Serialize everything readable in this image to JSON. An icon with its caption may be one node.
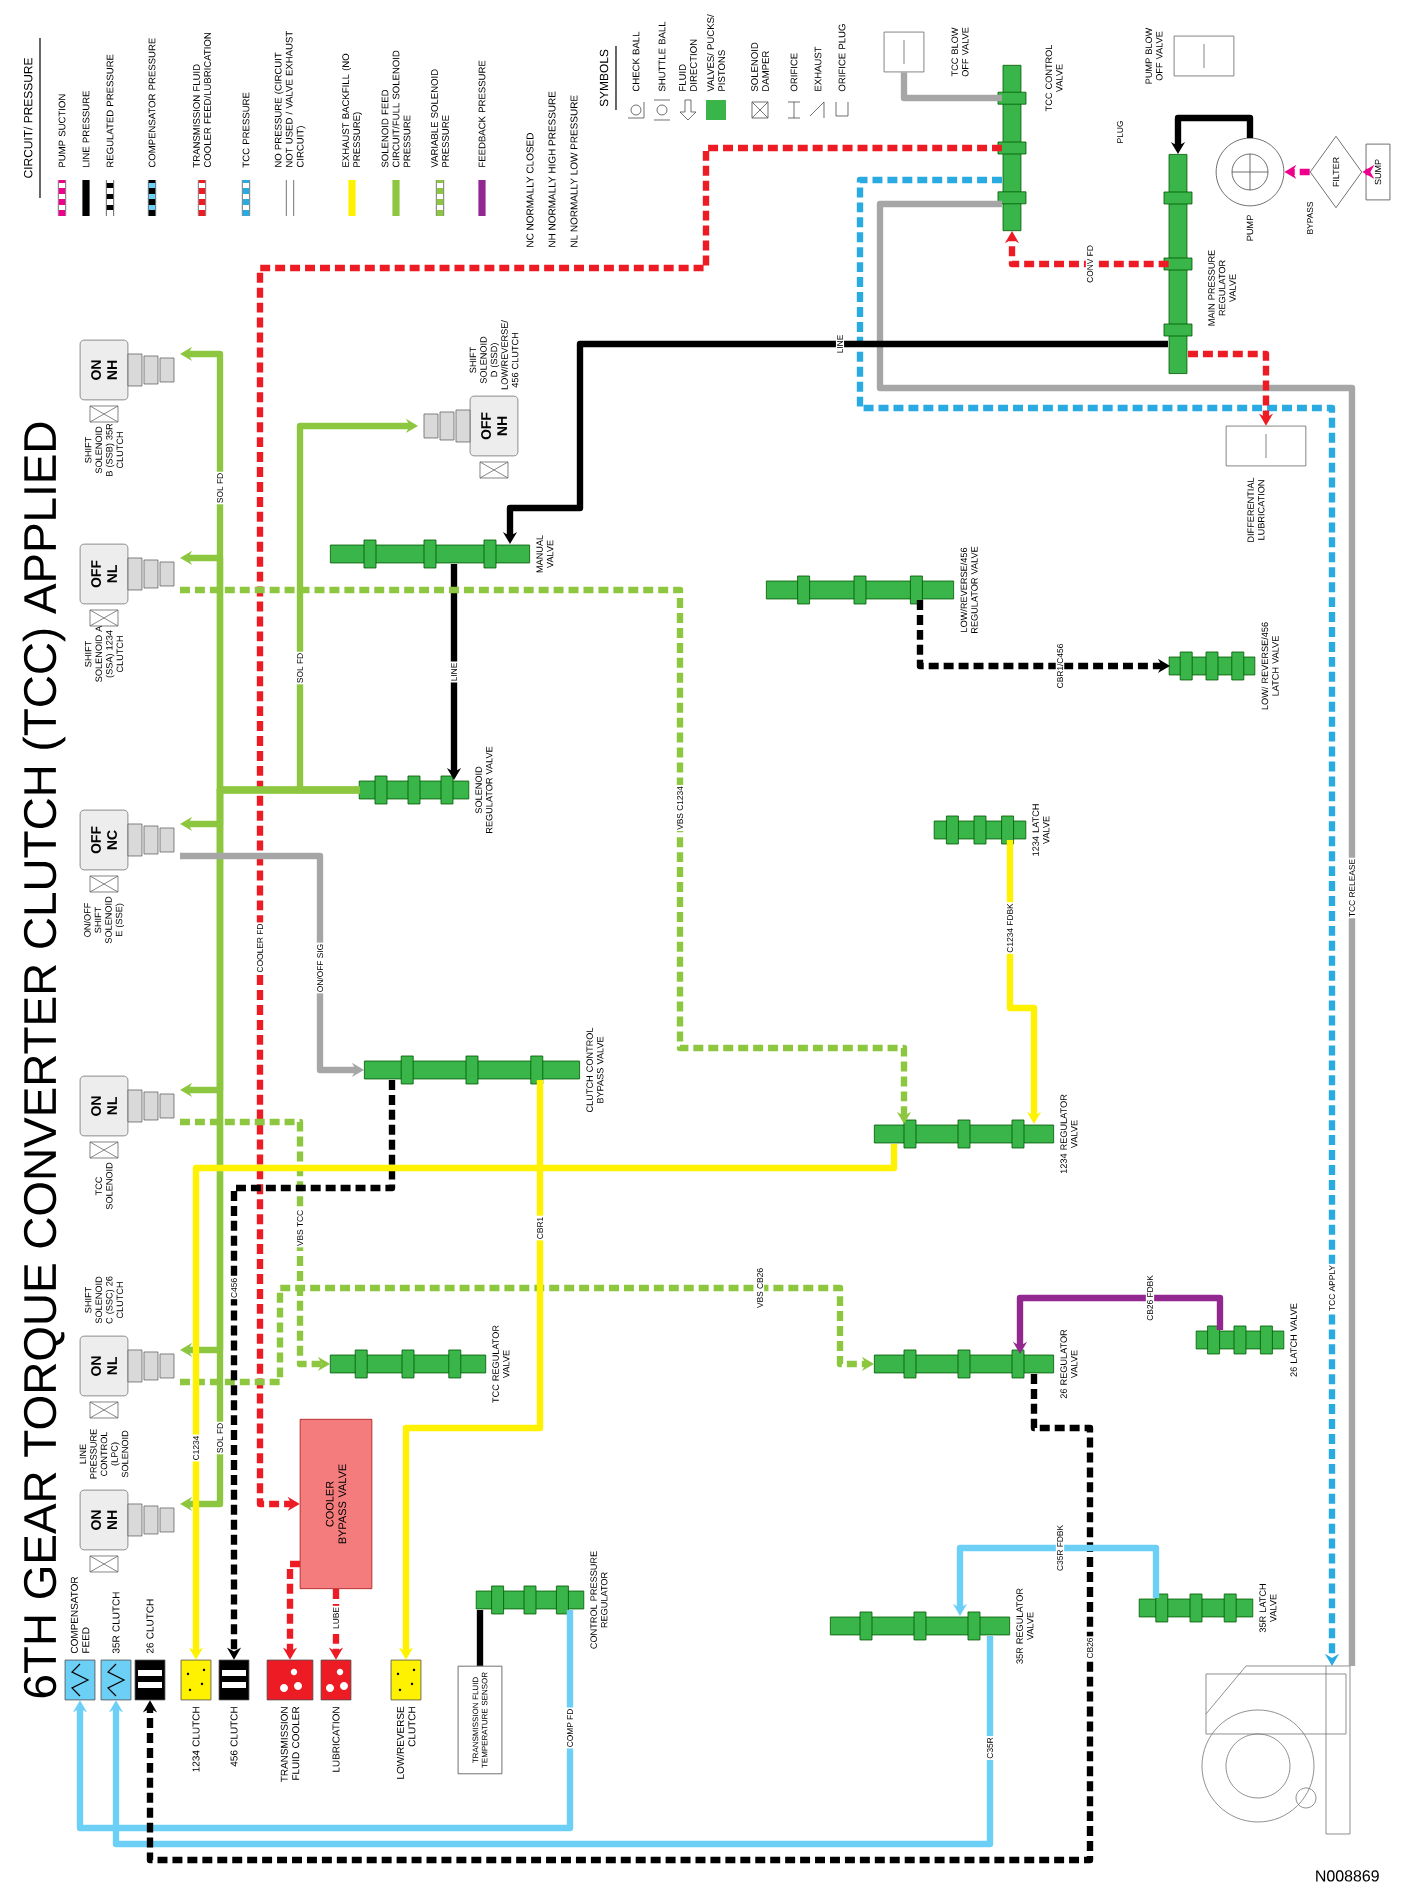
{
  "diagram": {
    "title": "6TH GEAR TORQUE CONVERTER CLUTCH (TCC) APPLIED",
    "nodes": [
      {
        "text": [
          "ON NH"
        ],
        "beside": [
          "SHIFT SOLENOID B (SSB) 35R CLUTCH"
        ]
      },
      {
        "text": [
          "OFF NL"
        ],
        "beside": [
          "SHIFT SOLENOID A (SSA) 1234 CLUTCH"
        ]
      },
      {
        "text": [
          "OFF NC"
        ],
        "beside": [
          "ON/OFF SHIFT SOLENOID E (SSE)"
        ]
      },
      {
        "text": [
          "ON NL"
        ],
        "beside": [
          "TCC SOLENOID"
        ]
      },
      {
        "text": [
          "ON NL"
        ],
        "beside": [
          "SHIFT SOLENOID C (SSC) 26 CLUTCH"
        ]
      },
      {
        "text": [
          "ON NH"
        ],
        "beside": [
          "LINE PRESSURE CONTROL (LPC) SOLENOID"
        ]
      },
      {
        "text": [
          "OFF NH"
        ],
        "beside": [
          "SHIFT SOLENOID D (SSD) LOW/REVERSE/ 456 CLUTCH"
        ]
      },
      {
        "text": [
          "COMPENSATOR FEED"
        ]
      },
      {
        "text": [
          "35R CLUTCH"
        ]
      },
      {
        "text": [
          "26 CLUTCH"
        ]
      },
      {
        "text": [
          "1234 CLUTCH"
        ]
      },
      {
        "text": [
          "456 CLUTCH"
        ]
      },
      {
        "text": [
          "TRANSMISSION FLUID COOLER"
        ]
      },
      {
        "text": [
          "LUBRICATION"
        ]
      },
      {
        "text": [
          "LOW/REVERSE CLUTCH"
        ]
      },
      {
        "text": [
          "MANUAL VALVE"
        ]
      },
      {
        "text": [
          "SOLENOID REGULATOR VALVE"
        ]
      },
      {
        "text": [
          "CLUTCH CONTROL BYPASS VALVE"
        ]
      },
      {
        "text": [
          "TCC REGULATOR VALVE"
        ]
      },
      {
        "text": [
          "COOLER BYPASS VALVE"
        ]
      },
      {
        "text": [
          "CONTROL PRESSURE REGULATOR"
        ]
      },
      {
        "text": [
          "TRANSMISSION FLUID TEMPERATURE SENSOR"
        ]
      },
      {
        "text": [
          "LOW/REVERSE/456 REGULATOR VALVE"
        ]
      },
      {
        "text": [
          "LOW/ REVERSE/456 LATCH VALVE"
        ]
      },
      {
        "text": [
          "1234 LATCH VALVE"
        ]
      },
      {
        "text": [
          "1234 REGULATOR VALVE"
        ]
      },
      {
        "text": [
          "26 REGULATOR VALVE"
        ]
      },
      {
        "text": [
          "26 LATCH VALVE"
        ]
      },
      {
        "text": [
          "35R REGULATOR VALVE"
        ]
      },
      {
        "text": [
          "35R LATCH VALVE"
        ]
      },
      {
        "text": [
          "TCC BLOW OFF VALVE"
        ]
      },
      {
        "text": [
          "TCC CONTROL VALVE"
        ]
      },
      {
        "text": [
          "MAIN PRESSURE REGULATOR VALVE"
        ]
      },
      {
        "text": [
          "PUMP"
        ]
      },
      {
        "text": [
          "PUMP BLOW OFF VALVE"
        ]
      },
      {
        "text": [
          "FILTER"
        ]
      },
      {
        "text": [
          "SUMP"
        ]
      },
      {
        "text": [
          "DIFFERENTIAL LUBRICATION"
        ]
      },
      {
        "text": [],
        "shape": "picture"
      }
    ],
    "edges": [
      {
        "from": 36,
        "to": 35,
        "arrow": "to",
        "style": "dashed",
        "color": "#ec008c"
      },
      {
        "from": 35,
        "to": 33,
        "arrow": "to",
        "style": "dashed",
        "color": "#ec008c"
      },
      {
        "from": 33,
        "to": 32,
        "arrow": "to",
        "color": "#000000"
      },
      {
        "from": 32,
        "to": 31,
        "arrow": "to",
        "label": "CONV FD",
        "style": "dashed",
        "color": "#ed1c24"
      },
      {
        "from": 31,
        "to": 19,
        "arrow": "to",
        "label": "COOLER FD",
        "style": "dashed",
        "color": "#ed1c24"
      },
      {
        "from": 19,
        "to": 12,
        "arrow": "to",
        "style": "dashed",
        "color": "#ed1c24"
      },
      {
        "from": 19,
        "to": 13,
        "arrow": "to",
        "label": "LUBE",
        "style": "dashed",
        "color": "#ed1c24"
      },
      {
        "from": 31,
        "to": 38,
        "arrow": "to",
        "label": "TCC APPLY",
        "style": "dashed",
        "color": "#29abe2"
      },
      {
        "from": 31,
        "to": 38,
        "arrow": "none",
        "label": "TCC RELEASE",
        "color": "#a6a6a6"
      },
      {
        "from": 31,
        "to": 30,
        "arrow": "none",
        "color": "#a6a6a6"
      },
      {
        "from": 32,
        "to": 15,
        "arrow": "to",
        "label": "LINE",
        "color": "#000000"
      },
      {
        "from": 15,
        "to": 16,
        "arrow": "to",
        "label": "LINE",
        "color": "#000000"
      },
      {
        "from": 16,
        "to": 0,
        "arrow": "to",
        "label": "SOL FD",
        "color": "#8dc63f"
      },
      {
        "from": 16,
        "to": 1,
        "arrow": "to",
        "color": "#8dc63f"
      },
      {
        "from": 16,
        "to": 2,
        "arrow": "to",
        "color": "#8dc63f"
      },
      {
        "from": 16,
        "to": 3,
        "arrow": "to",
        "color": "#8dc63f"
      },
      {
        "from": 16,
        "to": 4,
        "arrow": "to",
        "color": "#8dc63f"
      },
      {
        "from": 16,
        "to": 5,
        "arrow": "to",
        "label": "SOL FD",
        "color": "#8dc63f"
      },
      {
        "from": 16,
        "to": 6,
        "arrow": "to",
        "label": "SOL FD",
        "color": "#8dc63f"
      },
      {
        "from": 1,
        "to": 25,
        "arrow": "to",
        "label": "VBS C1234",
        "style": "dashed",
        "color": "#8dc63f"
      },
      {
        "from": 4,
        "to": 26,
        "arrow": "to",
        "label": "VBS CB26",
        "style": "dashed",
        "color": "#8dc63f"
      },
      {
        "from": 3,
        "to": 18,
        "arrow": "to",
        "label": "VBS TCC",
        "style": "dashed",
        "color": "#8dc63f"
      },
      {
        "from": 20,
        "to": 7,
        "arrow": "to",
        "label": "COMP FD",
        "color": "#6ccff6"
      },
      {
        "from": 28,
        "to": 8,
        "arrow": "to",
        "label": "C35R",
        "color": "#6ccff6"
      },
      {
        "from": 26,
        "to": 9,
        "arrow": "to",
        "label": "CB26",
        "style": "dashed",
        "color": "#000000"
      },
      {
        "from": 17,
        "to": 11,
        "arrow": "to",
        "label": "C456",
        "style": "dashed",
        "color": "#000000"
      },
      {
        "from": 25,
        "to": 10,
        "arrow": "to",
        "label": "C1234",
        "color": "#fff200"
      },
      {
        "from": 17,
        "to": 14,
        "arrow": "to",
        "label": "CBR1",
        "color": "#fff200"
      },
      {
        "from": 2,
        "to": 17,
        "arrow": "to",
        "label": "ON/OFF SIG",
        "color": "#a6a6a6"
      },
      {
        "from": 32,
        "to": 37,
        "arrow": "to",
        "style": "dashed",
        "color": "#ed1c24"
      },
      {
        "from": 22,
        "to": 23,
        "arrow": "to",
        "label": "CBR1/C456",
        "style": "dashed",
        "color": "#000000"
      },
      {
        "from": 24,
        "to": 25,
        "arrow": "to",
        "label": "C1234 FDBK",
        "color": "#fff200"
      },
      {
        "from": 27,
        "to": 26,
        "arrow": "to",
        "label": "CB26 FDBK",
        "color": "#92278f"
      },
      {
        "from": 20,
        "to": 21,
        "arrow": "none",
        "color": "#000000"
      },
      {
        "from": 29,
        "to": 28,
        "arrow": "to",
        "label": "C35R FDBK",
        "color": "#6ccff6"
      }
    ],
    "labels": [
      "CIRCUIT/ PRESSURE",
      "NC NORMALLY CLOSED",
      "NH NORMALLY HIGH PRESSURE",
      "NL NORMALLY LOW PRESSURE",
      "SYMBOLS",
      "PLUG",
      "BYPASS",
      "N008869"
    ],
    "legend": [
      {
        "text": "PUMP SUCTION"
      },
      {
        "text": "LINE PRESSURE",
        "color": "#000000"
      },
      {
        "text": "REGULATED PRESSURE"
      },
      {
        "text": "COMPENSATOR PRESSURE"
      },
      {
        "text": "TRANSMISSION FLUID COOLER FEED/LUBRICATION"
      },
      {
        "text": "TCC PRESSURE"
      },
      {
        "text": "NO PRESSURE (CIRCUIT NOT USED / VALVE EXHAUST CIRCUIT)"
      },
      {
        "text": "EXHAUST BACKFILL (NO PRESSURE)",
        "color": "#fff200"
      },
      {
        "text": "SOLENOID FEED CIRCUIT/FULL SOLENOID PRESSURE",
        "color": "#8dc63f"
      },
      {
        "text": "VARIABLE SOLENOID PRESSURE"
      },
      {
        "text": "FEEDBACK PRESSURE",
        "color": "#92278f"
      },
      {
        "text": "CHECK BALL"
      },
      {
        "text": "SHUTTLE BALL"
      },
      {
        "text": "FLUID DIRECTION"
      },
      {
        "text": "VALVES/ PUCKS/ PISTONS",
        "color": "#39b54a"
      },
      {
        "text": "SOLENOID DAMPER"
      },
      {
        "text": "ORIFICE"
      },
      {
        "text": "EXHAUST"
      },
      {
        "text": "ORIFICE PLUG"
      }
    ]
  }
}
